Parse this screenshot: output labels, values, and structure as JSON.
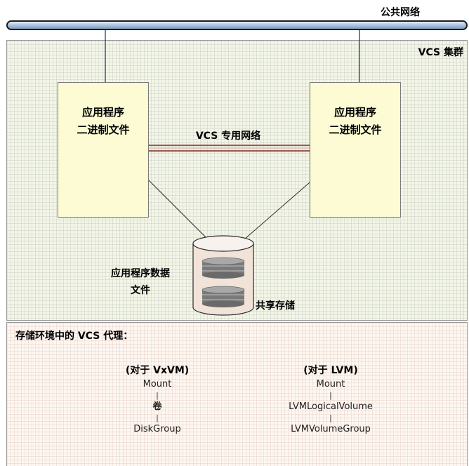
{
  "public_network_label": "公共网络",
  "cluster_label": "VCS 集群",
  "private_network_label": "VCS 专用网络",
  "node_left": {
    "line1": "应用程序",
    "line2": "二进制文件"
  },
  "node_right": {
    "line1": "应用程序",
    "line2": "二进制文件"
  },
  "data_files": {
    "line1": "应用程序数据",
    "line2": "文件"
  },
  "shared_storage_label": "共享存储",
  "agents_title": "存储环境中的 VCS 代理：",
  "vxvm": {
    "title": "(对于 VxVM)",
    "items": [
      "Mount",
      "卷",
      "DiskGroup"
    ]
  },
  "lvm": {
    "title": "(对于 LVM)",
    "items": [
      "Mount",
      "LVMLogicalVolume",
      "LVMVolumeGroup"
    ]
  },
  "connector_glyph": "|",
  "colors": {
    "public_network": "#a6bfd9",
    "node_fill": "#fcfbd4",
    "cluster_bg": "#f3f5e6",
    "agents_bg": "#fdf6f1",
    "private_link": "#7b2a1e",
    "storage_fill": "#f1e3d8",
    "disk": "#7a7a7a"
  }
}
